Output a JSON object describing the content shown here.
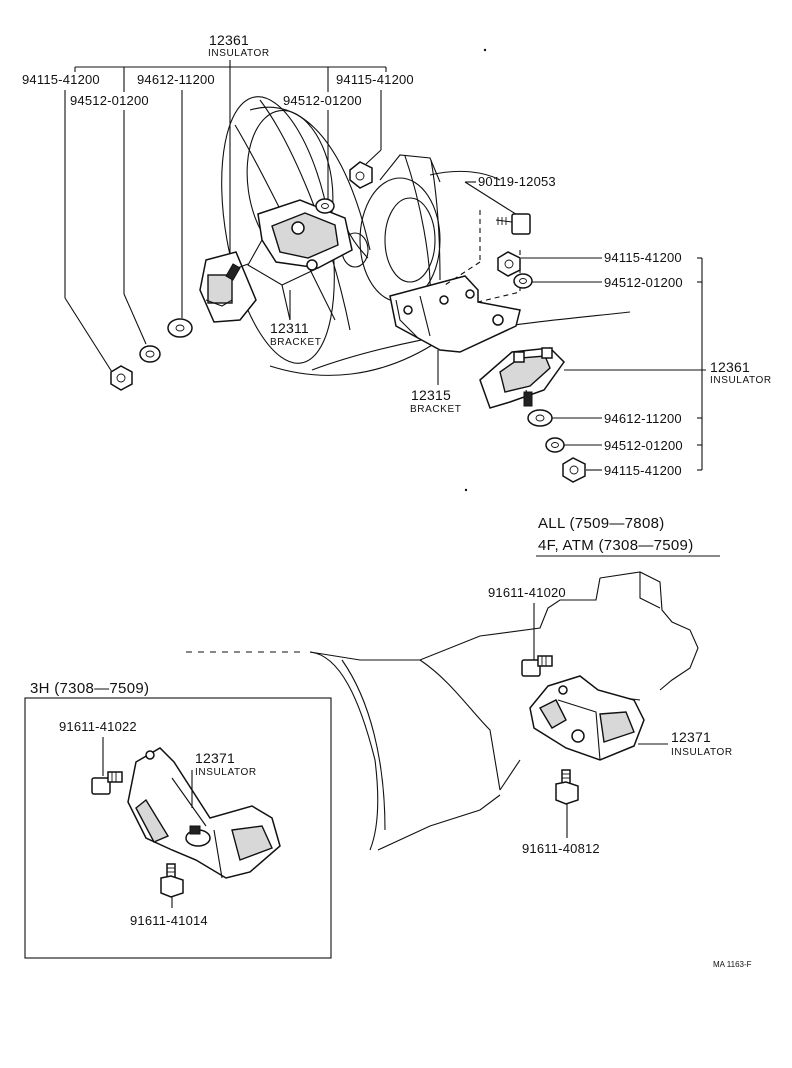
{
  "upper": {
    "top_insulator_number": "12361",
    "top_insulator_label": "INSULATOR",
    "left_nut_number": "94115-41200",
    "left_washer1_number": "94612-11200",
    "left_washer2_number": "94512-01200",
    "mid_washer_number": "94512-01200",
    "right_nut_number": "94115-41200",
    "bolt_number": "90119-12053",
    "bracket1_number": "12311",
    "bracket1_label": "BRACKET",
    "bracket2_number": "12315",
    "bracket2_label": "BRACKET",
    "right_insulator_number": "12361",
    "right_insulator_label": "INSULATOR",
    "right_parts": [
      "94115-41200",
      "94512-01200",
      "94612-11200",
      "94512-01200",
      "94115-41200"
    ]
  },
  "lower": {
    "header_line1": "ALL (7509—7808)",
    "header_line2": "4F, ATM (7308—7509)",
    "bolt_top_number": "91611-41020",
    "insulator_number": "12371",
    "insulator_label": "INSULATOR",
    "bolt_bottom_number": "91611-40812"
  },
  "inset": {
    "title": "3H (7308—7509)",
    "bolt_top_number": "91611-41022",
    "insulator_number": "12371",
    "insulator_label": "INSULATOR",
    "bolt_bottom_number": "91611-41014"
  },
  "footer": {
    "code": "MA 1163-F"
  }
}
